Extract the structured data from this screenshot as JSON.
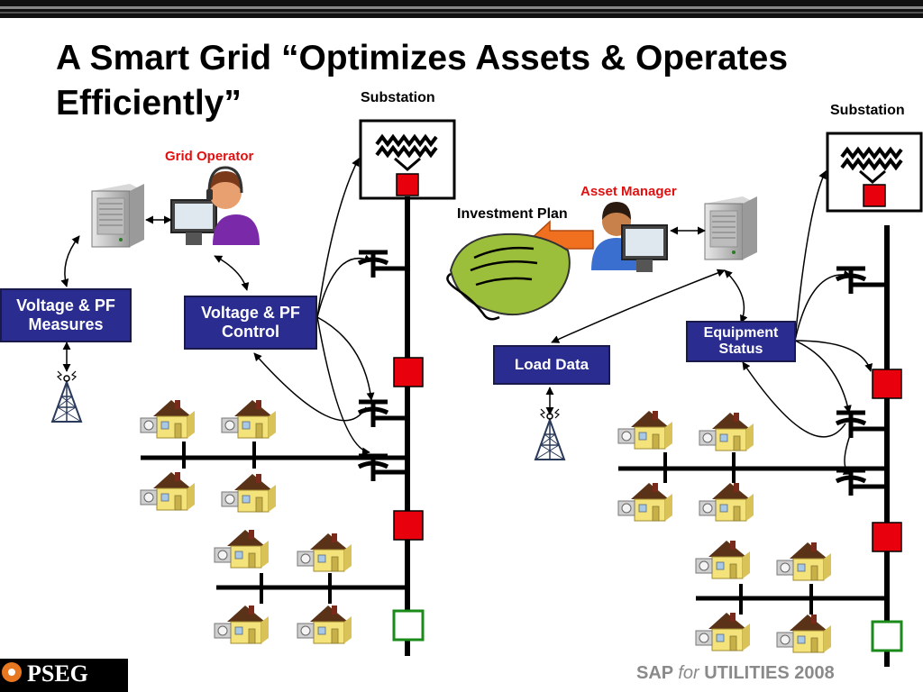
{
  "title": {
    "line1": "A Smart Grid “Optimizes Assets & Operates",
    "line2": "Efficiently”"
  },
  "labels": {
    "substation_left": "Substation",
    "substation_right": "Substation",
    "grid_operator": "Grid Operator",
    "asset_manager": "Asset Manager",
    "investment_plan": "Investment Plan"
  },
  "boxes": {
    "voltage_pf_measures": [
      "Voltage & PF",
      "Measures"
    ],
    "voltage_pf_control": [
      "Voltage & PF",
      "Control"
    ],
    "load_data": [
      "Load Data"
    ],
    "equipment_status": [
      "Equipment",
      "Status"
    ]
  },
  "logos": {
    "pseg": "PSEG",
    "sap_prefix": "SAP",
    "sap_for": "for",
    "sap_suffix": "UTILITIES 2008"
  },
  "colors": {
    "box_fill": "#2a2d8f",
    "breaker_closed": "#e8000c",
    "breaker_open_border": "#1a8a1a",
    "operator_label": "#e01010",
    "arrow_orange": "#f07020",
    "document_green": "#9bbf3a"
  },
  "icons": [
    "server-icon",
    "operator-icon",
    "asset-manager-icon",
    "radio-tower-icon",
    "house-icon",
    "meter-icon",
    "lightning-icon",
    "capacitor-icon",
    "transformer-icon",
    "document-icon"
  ]
}
